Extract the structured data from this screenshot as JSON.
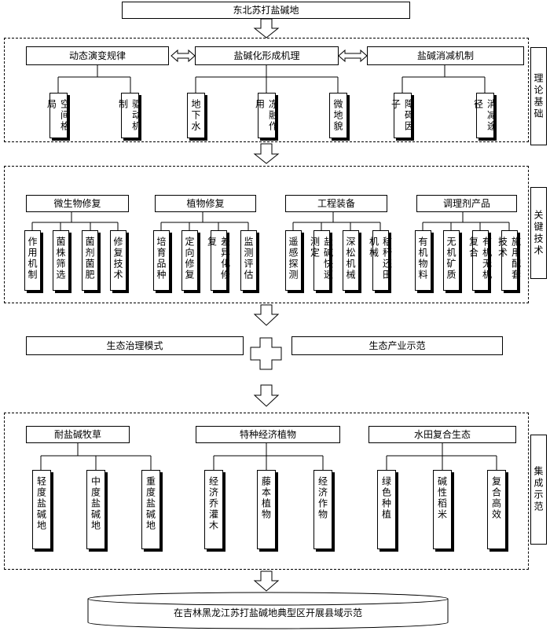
{
  "title": "东北苏打盐碱地",
  "theory": {
    "label": "理论基础",
    "groups": [
      {
        "name": "动态演变规律",
        "children": [
          "空间格局",
          "驱动机制"
        ]
      },
      {
        "name": "盐碱化形成机理",
        "children": [
          "地下水",
          "冻融作用",
          "微地貌"
        ]
      },
      {
        "name": "盐碱消减机制",
        "children": [
          "障碍因子",
          "消减途径"
        ]
      }
    ]
  },
  "tech": {
    "label": "关键技术",
    "groups": [
      {
        "name": "微生物修复",
        "children": [
          "作用机制",
          "菌株筛选",
          "菌剂菌肥",
          "修复技术"
        ]
      },
      {
        "name": "植物修复",
        "children": [
          "培育品种",
          "定向修复",
          "差异化修复",
          "监测评估"
        ]
      },
      {
        "name": "工程装备",
        "children": [
          "遥感探测",
          "盐碱快速测定",
          "深松机械",
          "秸秆还田机械"
        ]
      },
      {
        "name": "调理剂产品",
        "children": [
          "有机物料",
          "无机矿质",
          "有机无机复合",
          "施用配套技术"
        ]
      }
    ]
  },
  "modes": {
    "left": "生态治理模式",
    "right": "生态产业示范"
  },
  "demo": {
    "label": "集成示范",
    "groups": [
      {
        "name": "耐盐碱牧草",
        "children": [
          "轻度盐碱地",
          "中度盐碱地",
          "重度盐碱地"
        ]
      },
      {
        "name": "特种经济植物",
        "children": [
          "经济乔灌木",
          "藤本植物",
          "经济作物"
        ]
      },
      {
        "name": "水田复合生态",
        "children": [
          "绿色种植",
          "碱性稻米",
          "复合高效"
        ]
      }
    ]
  },
  "bottom": "在吉林黑龙江苏打盐碱地典型区开展县域示范"
}
